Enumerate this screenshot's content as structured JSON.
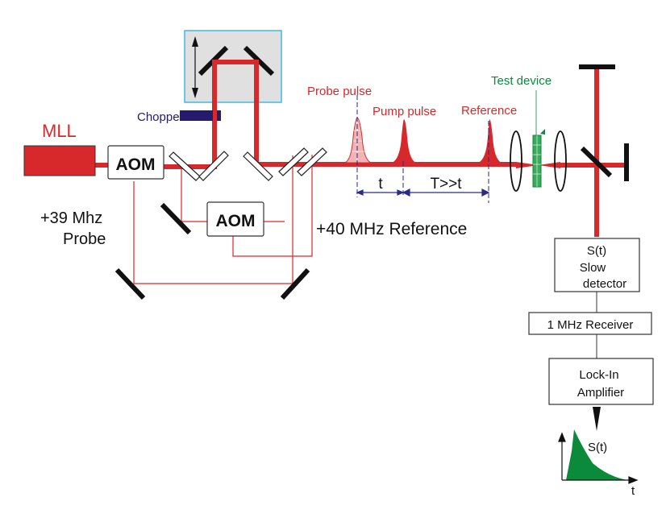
{
  "colors": {
    "beam": "#d7282b",
    "chopper": "#241a6e",
    "label_blue": "#241a6e",
    "test_device": "#0a8a3a",
    "stage_fill": "#e0e0e0",
    "stage_border": "#40b8e0"
  },
  "labels": {
    "laser": "MLL",
    "aom1": "AOM",
    "aom2": "AOM",
    "chopper": "Chopper",
    "probe_freq": "+39 Mhz",
    "probe": "Probe",
    "reference_freq": "+40 MHz Reference",
    "probe_pulse": "Probe pulse",
    "pump_pulse": "Pump pulse",
    "reference": "Reference",
    "test_device": "Test device",
    "delay_t": "t",
    "delay_T": "T>>t",
    "detector_signal": "S(t)",
    "detector_line1": "Slow",
    "detector_line2": "detector",
    "receiver": "1 MHz Receiver",
    "lockin_line1": "Lock-In",
    "lockin_line2": "Amplifier",
    "signal_plot_label": "S(t)",
    "signal_plot_axis": "t"
  }
}
